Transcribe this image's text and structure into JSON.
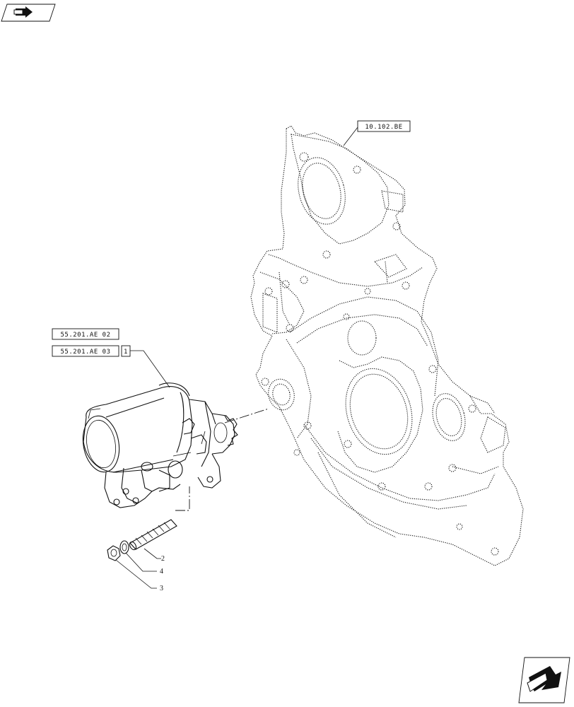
{
  "refs": {
    "cover_ref": "10.102.BE",
    "starter_ref_1": "55.201.AE 02",
    "starter_ref_2": "55.201.AE 03",
    "starter_item": "1"
  },
  "callouts": [
    "2",
    "4",
    "3"
  ],
  "nav": {
    "back_icon": "back-arrow-icon",
    "forward_icon": "forward-arrow-icon"
  }
}
